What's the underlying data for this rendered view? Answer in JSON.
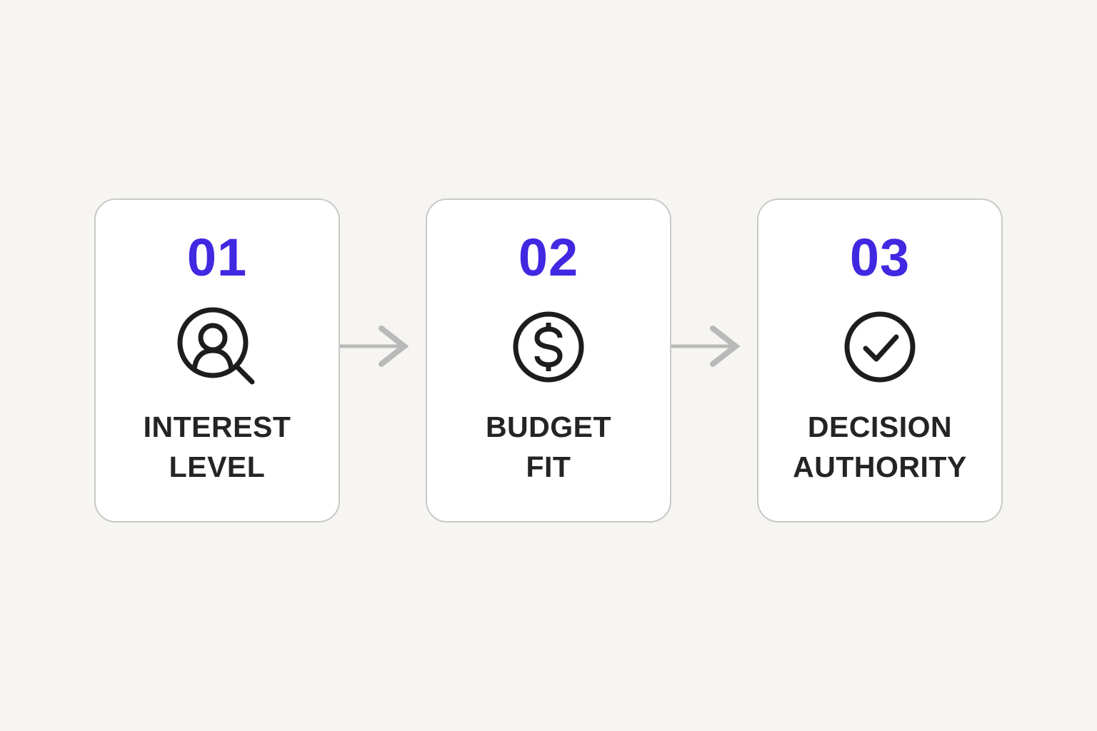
{
  "theme": {
    "page_bg": "#F7F5F1",
    "card_bg": "#FFFFFF",
    "card_border": "#C9C9C9",
    "accent": "#4128E1",
    "label_color": "#242424",
    "icon_color": "#1D1D1D",
    "arrow_color": "#B9B9B9"
  },
  "steps": [
    {
      "number": "01",
      "icon": "person-search-icon",
      "label": "INTEREST LEVEL",
      "label_lines": [
        "INTEREST",
        "LEVEL"
      ]
    },
    {
      "number": "02",
      "icon": "dollar-circle-icon",
      "label": "BUDGET FIT",
      "label_lines": [
        "BUDGET",
        "FIT"
      ]
    },
    {
      "number": "03",
      "icon": "check-circle-icon",
      "label": "DECISION AUTHORITY",
      "label_lines": [
        "DECISION",
        "AUTHORITY"
      ]
    }
  ]
}
